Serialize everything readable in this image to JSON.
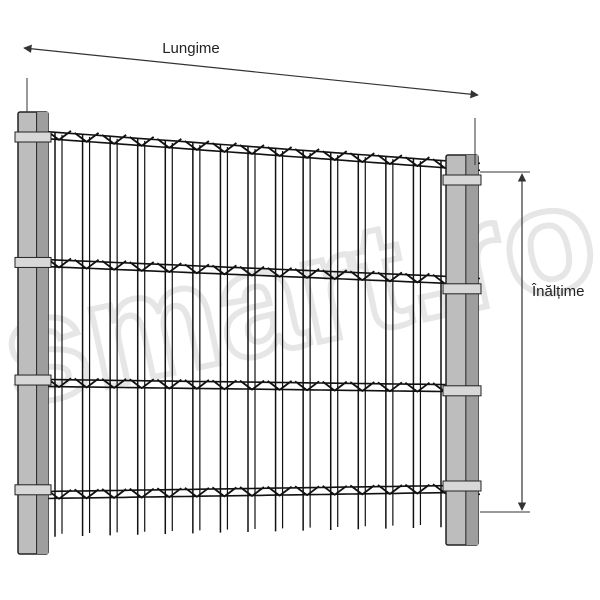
{
  "labels": {
    "length": "Lungime",
    "height": "Înălțime"
  },
  "watermark": {
    "text": "smart.ro"
  },
  "fence": {
    "vertical_wires": 15,
    "horizontal_bars": 4,
    "posts": 2,
    "colors": {
      "wire": "#111111",
      "post_fill": "#bdbdbd",
      "post_stroke": "#222222",
      "dimension_line": "#333333"
    }
  }
}
